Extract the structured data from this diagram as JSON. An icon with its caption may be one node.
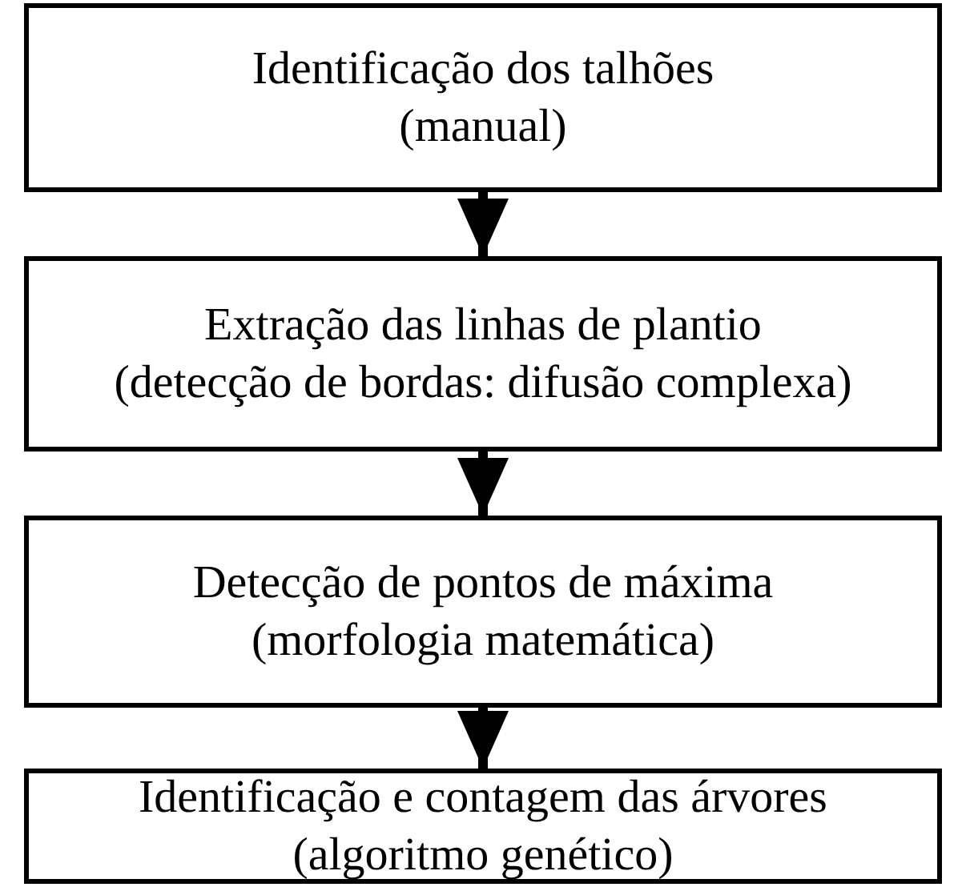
{
  "diagram": {
    "nodes": [
      {
        "text": [
          "Identificação dos talhões",
          "(manual)"
        ]
      },
      {
        "text": [
          "Extração das linhas de plantio",
          "(detecção de bordas: difusão complexa)"
        ]
      },
      {
        "text": [
          "Detecção de pontos de máxima",
          "(morfologia matemática)"
        ]
      },
      {
        "text": [
          "Identificação e contagem das árvores",
          "(algoritmo genético)"
        ]
      }
    ],
    "edges": [
      {
        "from": 0,
        "to": 1,
        "arrow": "to"
      },
      {
        "from": 1,
        "to": 2,
        "arrow": "to"
      },
      {
        "from": 2,
        "to": 3,
        "arrow": "to"
      }
    ]
  }
}
